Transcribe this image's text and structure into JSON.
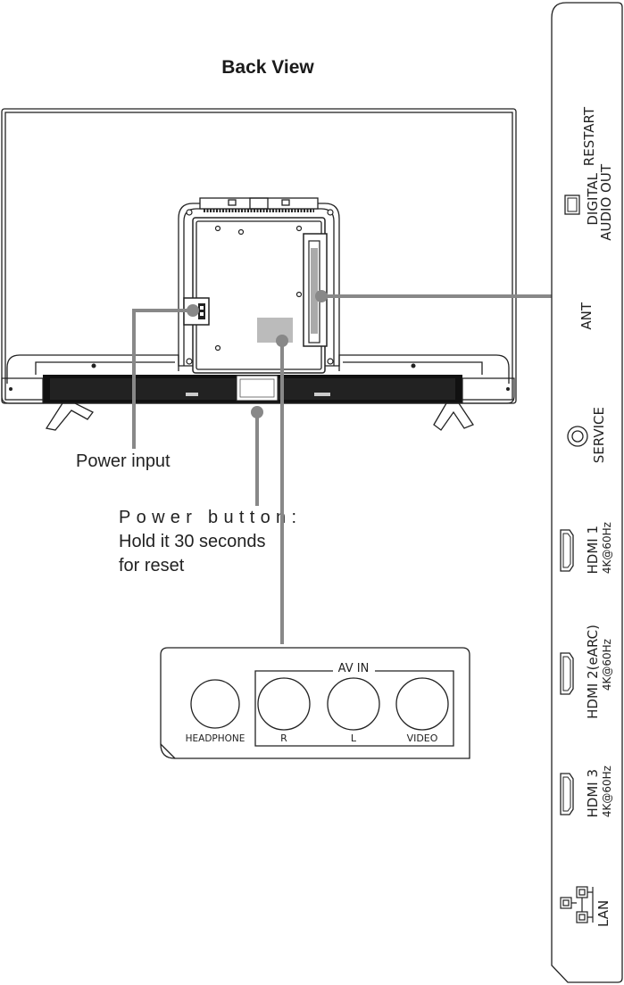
{
  "title": "Back View",
  "callouts": {
    "power_input": "Power input",
    "power_button_line1": "Power button:",
    "power_button_line2": "Hold it 30 seconds",
    "power_button_line3": "for reset"
  },
  "av_panel": {
    "group_label": "AV IN",
    "headphone": "HEADPHONE",
    "r": "R",
    "l": "L",
    "video": "VIDEO"
  },
  "side_panel": {
    "restart": "RESTART",
    "digital_line1": "DIGITAL",
    "digital_line2": "AUDIO OUT",
    "ant": "ANT",
    "service": "SERVICE",
    "hdmi1": "HDMI 1",
    "hdmi1_spec": "4K@60Hz",
    "hdmi2": "HDMI 2(eARC)",
    "hdmi2_spec": "4K@60Hz",
    "hdmi3": "HDMI 3",
    "hdmi3_spec": "4K@60Hz",
    "lan": "LAN"
  },
  "colors": {
    "line": "#222222",
    "leader": "#888888",
    "highlight": "#bbbbbb"
  }
}
